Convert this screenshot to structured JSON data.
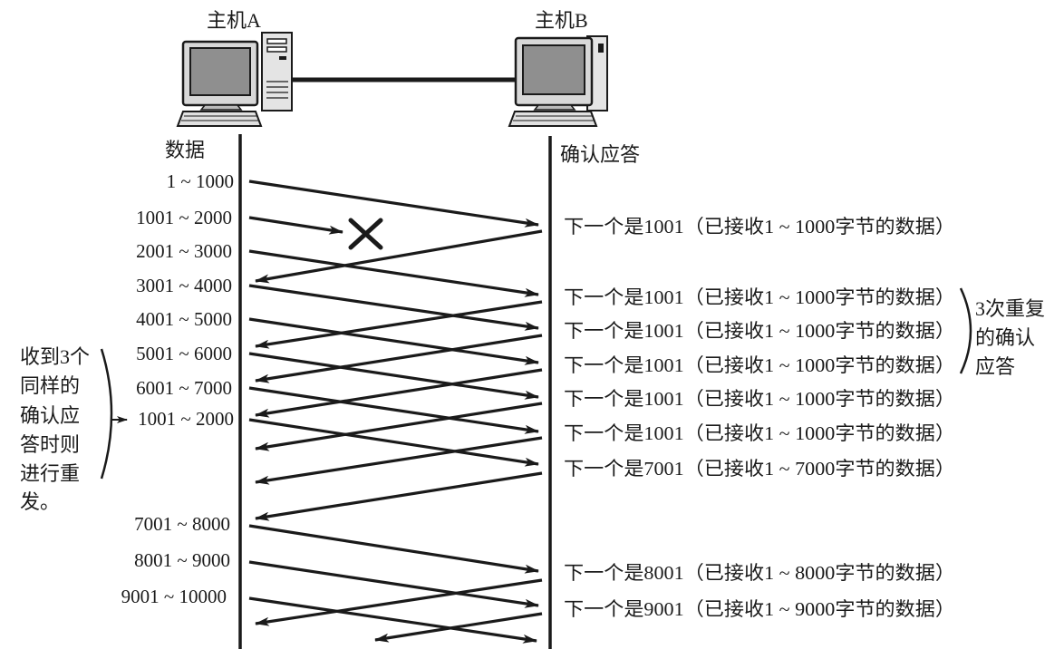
{
  "hosts": {
    "a_label": "主机A",
    "b_label": "主机B"
  },
  "headers": {
    "data": "数据",
    "ack": "确认应答"
  },
  "segments": [
    "1 ~ 1000",
    "1001 ~ 2000",
    "2001 ~ 3000",
    "3001 ~ 4000",
    "4001 ~ 5000",
    "5001 ~ 6000",
    "6001 ~ 7000",
    "1001 ~ 2000",
    "7001 ~ 8000",
    "8001 ~ 9000",
    "9001 ~ 10000"
  ],
  "acks": [
    "下一个是1001（已接收1 ~ 1000字节的数据）",
    "下一个是1001（已接收1 ~ 1000字节的数据）",
    "下一个是1001（已接收1 ~ 1000字节的数据）",
    "下一个是1001（已接收1 ~ 1000字节的数据）",
    "下一个是1001（已接收1 ~ 1000字节的数据）",
    "下一个是1001（已接收1 ~ 1000字节的数据）",
    "下一个是7001（已接收1 ~ 7000字节的数据）",
    "下一个是8001（已接收1 ~ 8000字节的数据）",
    "下一个是9001（已接收1 ~ 9000字节的数据）"
  ],
  "notes": {
    "retransmit": [
      "收到3个",
      "同样的",
      "确认应",
      "答时则",
      "进行重",
      "发。"
    ],
    "duplicate_acks": [
      "3次重复",
      "的确认",
      "应答"
    ]
  },
  "icons": {
    "host_a": "desktop-computer-icon",
    "host_b": "desktop-computer-icon",
    "lost": "cross-mark-icon"
  },
  "colors": {
    "ink": "#1a1a1a",
    "background": "#ffffff"
  }
}
